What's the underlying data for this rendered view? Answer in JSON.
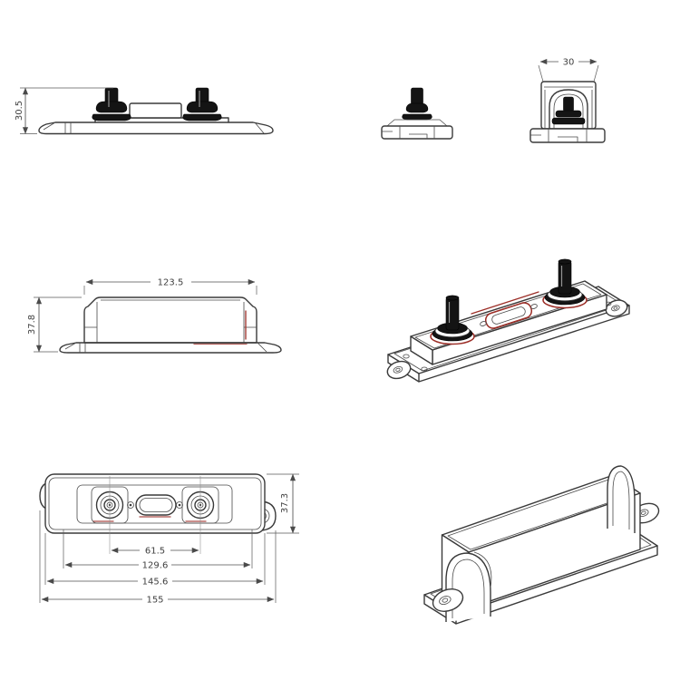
{
  "drawing": {
    "dimensions": {
      "side_height": "30.5",
      "end_width": "30",
      "front_length": "123.5",
      "front_height": "37.8",
      "top_stud_spacing": "61.5",
      "top_inner_length": "129.6",
      "top_body_length": "145.6",
      "top_overall_length": "155",
      "top_width": "37.3"
    },
    "colors": {
      "line": "#3a3a3a",
      "dimension": "#4f4f4f",
      "accent_red": "#9c2e27",
      "bolt_black": "#141414",
      "background": "#ffffff"
    }
  }
}
